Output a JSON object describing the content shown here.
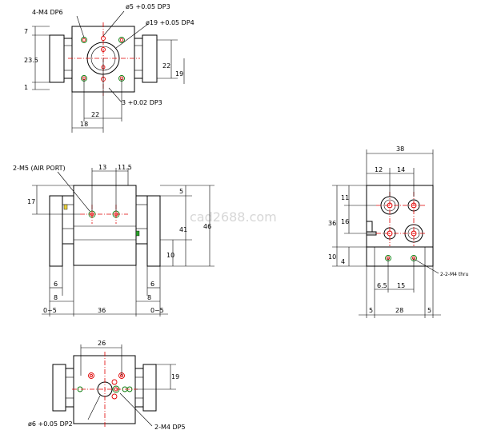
{
  "watermark": "cad2688.com",
  "top_view": {
    "labels": {
      "counterbore": "4-M4 DP6",
      "pin_hole": "ø5 +0.05 DP3",
      "center_bore": "ø19 +0.05 DP4",
      "slot": "3 +0.02 DP3"
    },
    "dims": {
      "d7": "7",
      "d23_5": "23.5",
      "d1": "1",
      "d22v": "22",
      "d19v": "19",
      "d22h": "22",
      "d18h": "18"
    }
  },
  "front_view": {
    "labels": {
      "air_port": "2-M5 (AIR PORT)"
    },
    "dims": {
      "d13": "13",
      "d11_5": "11.5",
      "d17": "17",
      "d5": "5",
      "d41": "41",
      "d46": "46",
      "d10": "10",
      "d6l": "6",
      "d6r": "6",
      "d8l": "8",
      "d8r": "8",
      "stroke_l": "0~5",
      "d36": "36",
      "stroke_r": "0~5"
    }
  },
  "side_view": {
    "labels": {
      "thru": "2-2-M4 thru"
    },
    "dims": {
      "d38": "38",
      "d12": "12",
      "d14": "14",
      "d11": "11",
      "d36v": "36",
      "d16": "16",
      "d10": "10",
      "d4": "4",
      "d6_5": "6.5",
      "d15": "15",
      "d5l": "5",
      "d28": "28",
      "d5r": "5"
    }
  },
  "bottom_view": {
    "labels": {
      "pin": "ø6 +0.05 DP2",
      "tap": "2-M4 DP5"
    },
    "dims": {
      "d26": "26",
      "d19": "19"
    }
  }
}
